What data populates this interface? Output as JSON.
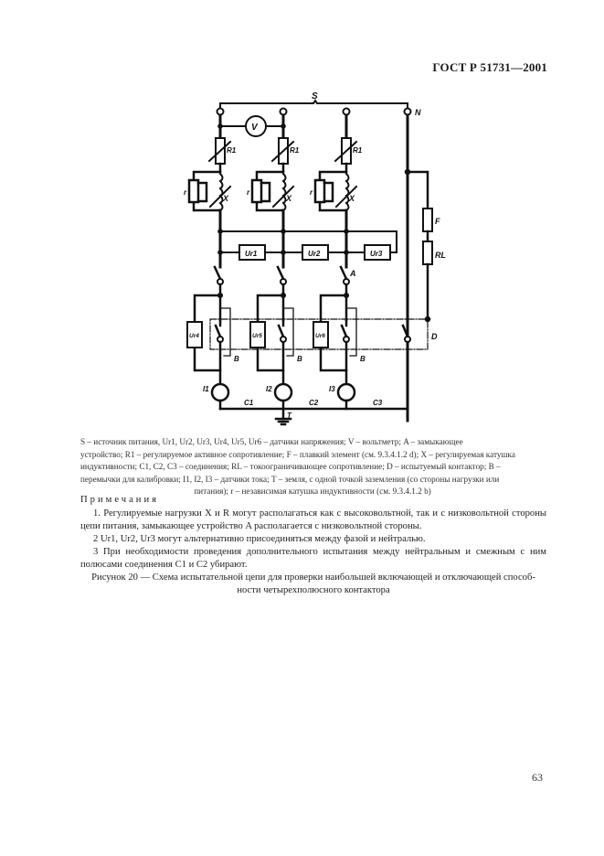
{
  "header": {
    "standard_code": "ГОСТ Р 51731—2001"
  },
  "diagram": {
    "labels": {
      "source": "S",
      "neutral": "N",
      "voltmeter": "V",
      "resistor_1": "R1",
      "resistor_2": "R1",
      "resistor_3": "R1",
      "reactor_1": "X",
      "reactor_2": "X",
      "reactor_3": "X",
      "parallel_r_1": "r",
      "parallel_r_2": "r",
      "parallel_r_3": "r",
      "fuse": "F",
      "load_resistor": "RL",
      "ur1": "Ur1",
      "ur2": "Ur2",
      "ur3": "Ur3",
      "ur4": "Ur4",
      "ur5": "Ur5",
      "ur6": "Ur6",
      "closing_device": "A",
      "contactor": "D",
      "jumper_1": "B",
      "jumper_2": "B",
      "jumper_3": "B",
      "current_sensor_1": "I1",
      "current_sensor_2": "I2",
      "current_sensor_3": "I3",
      "connection_1": "C1",
      "connection_2": "C2",
      "connection_3": "C3",
      "earth": "T"
    }
  },
  "legend": {
    "line1": "S – источник питания, Ur1, Ur2, Ur3, Ur4, Ur5, Ur6 – датчики напряжения; V – вольтметр; A – замыкающее",
    "line2": "устройство; R1 – регулируемое активное сопротивление; F – плавкий элемент (см. 9.3.4.1.2 d); X – регулируемая катушка",
    "line3": "индуктивности; C1, C2, C3 – соединения; RL – токоограничивающее сопротивление; D – испытуемый контактор; B –",
    "line4": "перемычки для калибровки; I1, I2, I3 – датчики тока; T – земля, с одной точкой заземления (со стороны нагрузки или",
    "line5": "питания); r – независимая катушка индуктивности (см. 9.3.4.1.2 b)"
  },
  "notes": {
    "title": "Примечания",
    "items": [
      "1. Регулируемые нагрузки X и R могут располагаться как с высоковольтной, так и с низковольтной стороны цепи питания, замыкающее устройство A располагается с низковольтной стороны.",
      "2 Ur1, Ur2, Ur3 могут альтернативно присоединяться между фазой и нейтралью.",
      "3 При необходимости проведения дополнительного испытания между нейтральным и смежным с ним полюсами соединения C1 и C2 убирают."
    ]
  },
  "caption": {
    "line1": "Рисунок 20 — Схема испытательной цепи для проверки наибольшей включающей и отключающей способ-",
    "line2": "ности четырехполюсного контактора"
  },
  "footer": {
    "page_number": "63"
  }
}
